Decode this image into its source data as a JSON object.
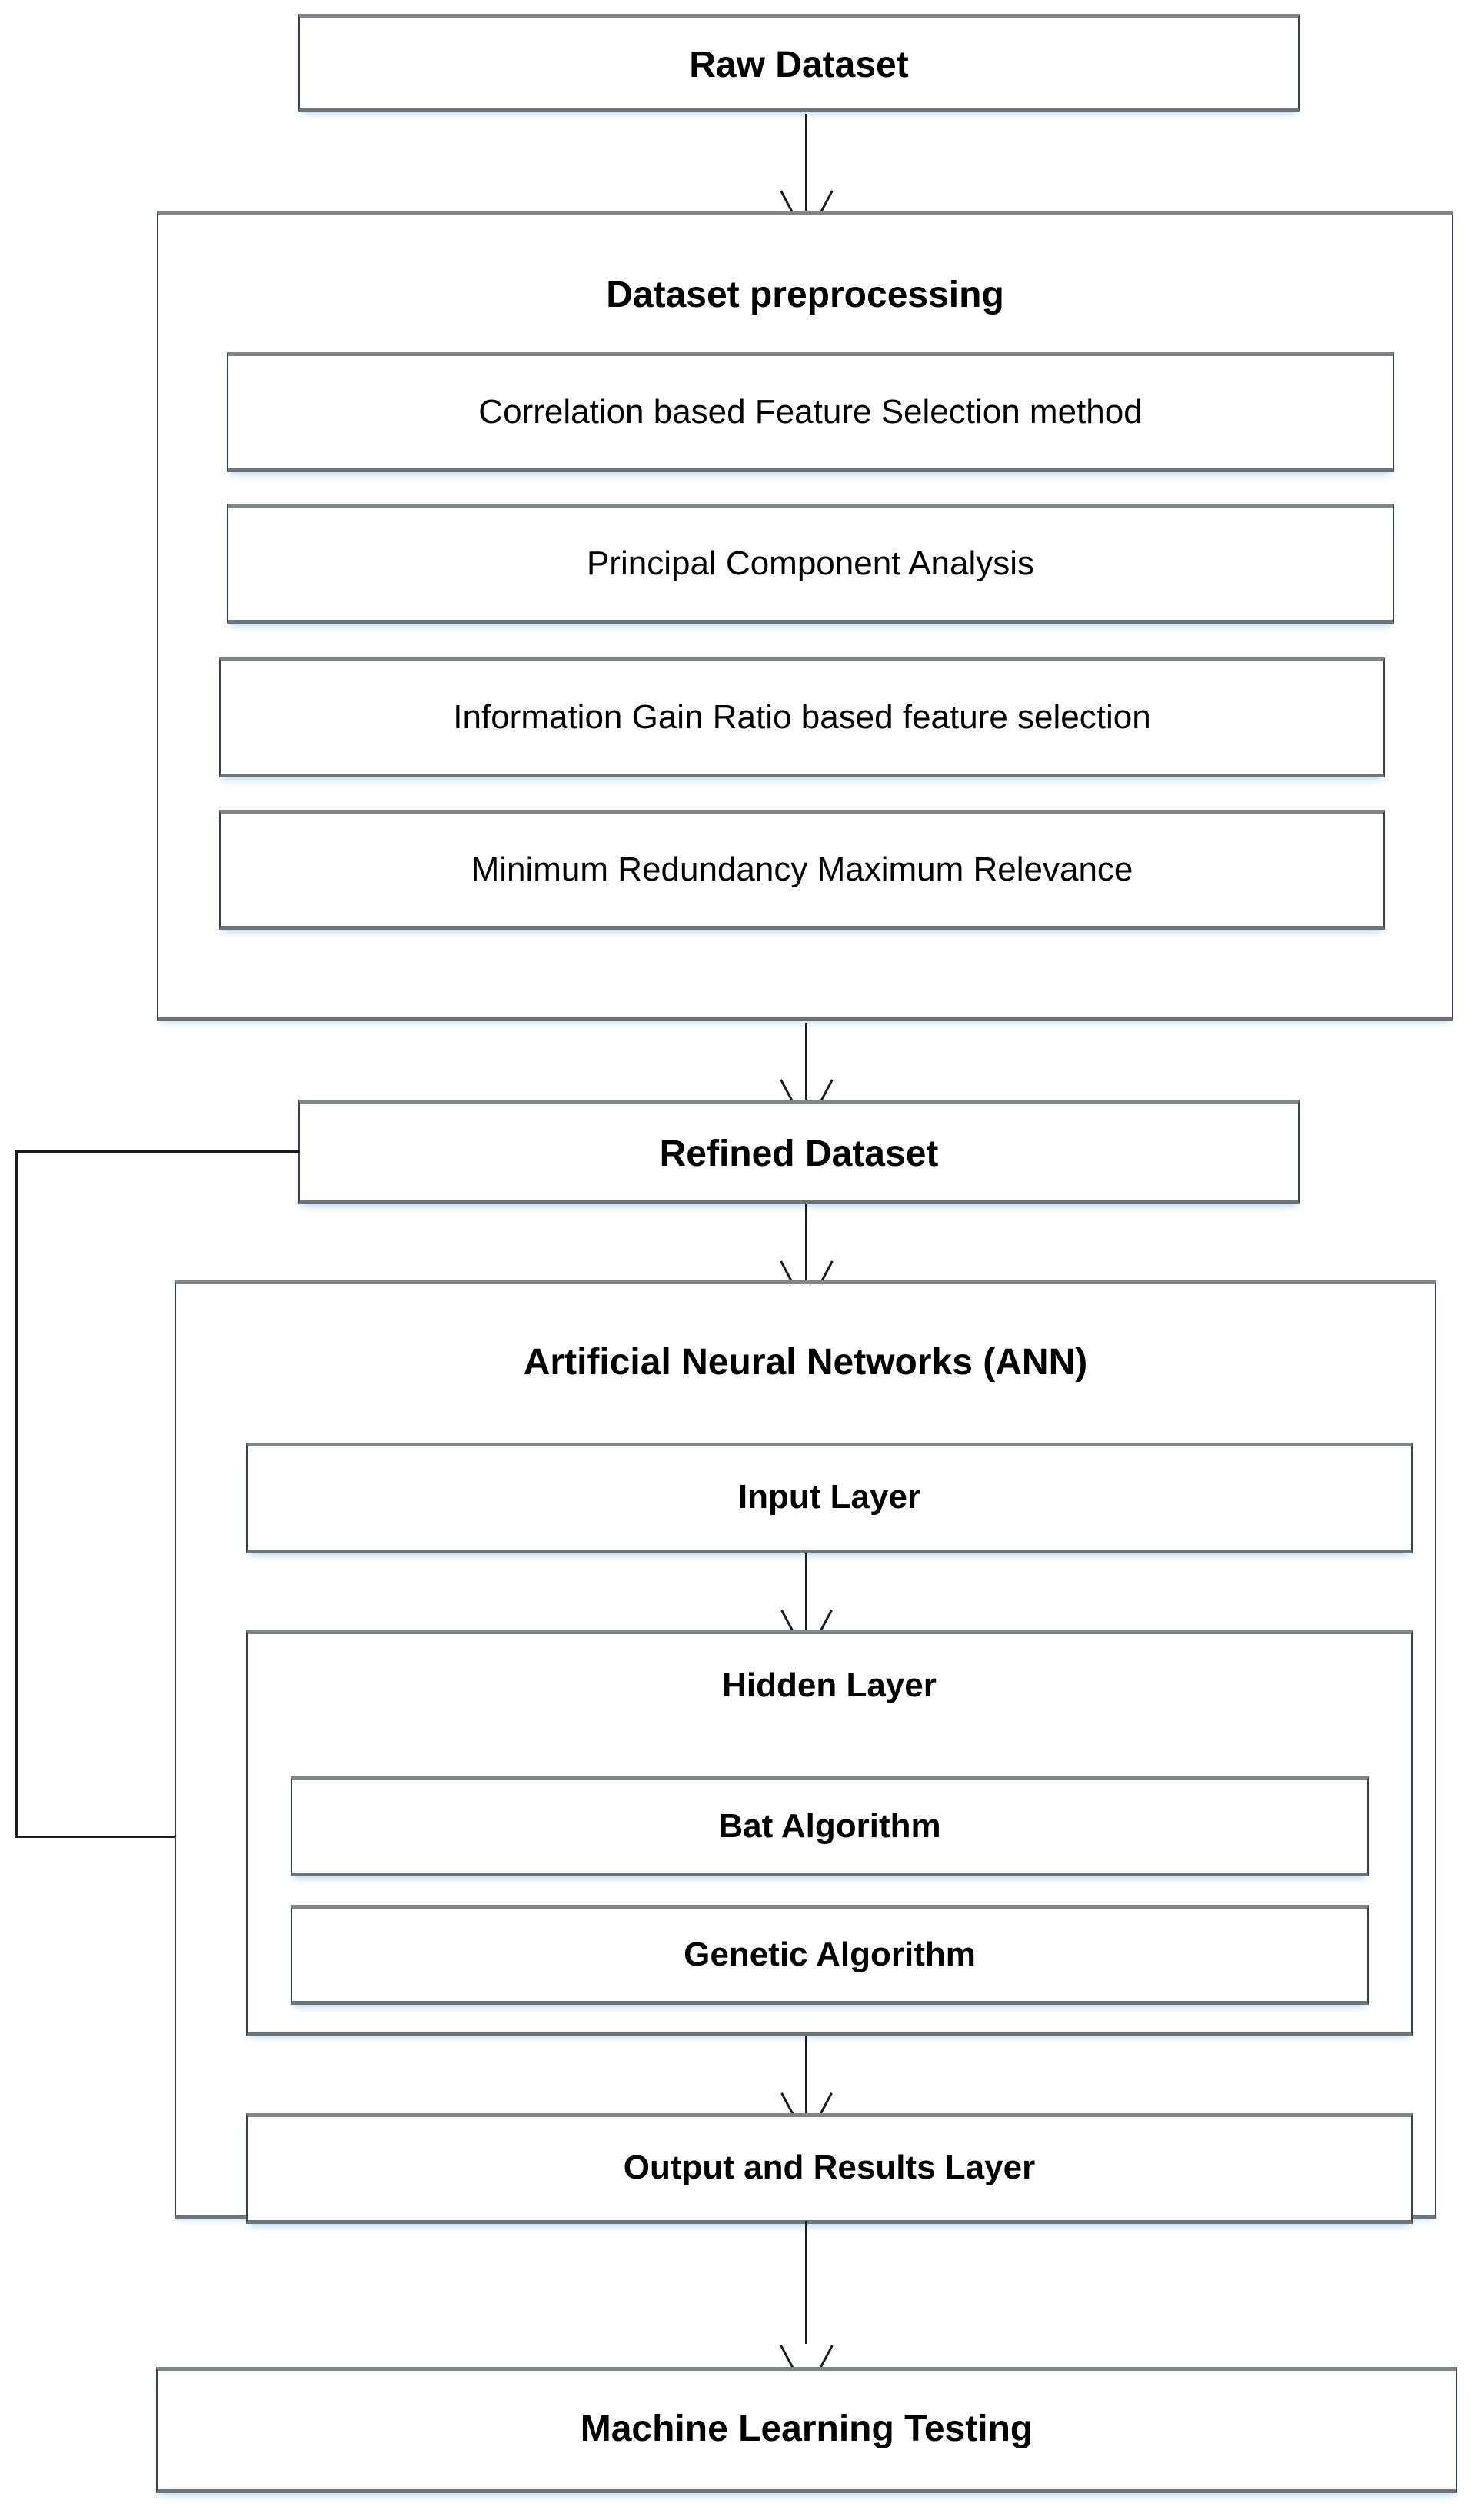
{
  "diagram": {
    "title": "Machine learning pipeline flowchart",
    "colors": {
      "box_border": "#3a3f45",
      "box_edge_grey": "#808589",
      "shadow_blue": "#b0d0eb",
      "connector": "#1b1b1b",
      "background": "#ffffff"
    }
  },
  "nodes": {
    "raw_dataset": {
      "label": "Raw Dataset"
    },
    "preprocessing": {
      "title": "Dataset preprocessing",
      "steps": [
        {
          "label": "Correlation based Feature Selection method"
        },
        {
          "label": "Principal Component Analysis"
        },
        {
          "label": "Information Gain Ratio based feature selection"
        },
        {
          "label": "Minimum Redundancy Maximum Relevance"
        }
      ]
    },
    "refined_dataset": {
      "label": "Refined Dataset"
    },
    "ann": {
      "title": "Artificial Neural Networks (ANN)",
      "input_layer": {
        "label": "Input Layer"
      },
      "hidden_layer": {
        "title": "Hidden Layer",
        "algorithms": [
          {
            "label": "Bat Algorithm"
          },
          {
            "label": "Genetic Algorithm"
          }
        ]
      },
      "output_layer": {
        "label": "Output and Results Layer"
      }
    },
    "ml_testing": {
      "label": "Machine Learning Testing"
    }
  },
  "connectors": [
    {
      "name": "raw-to-preprocessing",
      "from": "raw_dataset",
      "to": "preprocessing",
      "kind": "arrow-down"
    },
    {
      "name": "preprocessing-to-refined",
      "from": "preprocessing",
      "to": "refined_dataset",
      "kind": "arrow-down"
    },
    {
      "name": "refined-to-ann",
      "from": "refined_dataset",
      "to": "ann",
      "kind": "arrow-down"
    },
    {
      "name": "input-to-hidden",
      "from": "input_layer",
      "to": "hidden_layer",
      "kind": "arrow-down"
    },
    {
      "name": "hidden-to-output",
      "from": "hidden_layer",
      "to": "output_layer",
      "kind": "arrow-down"
    },
    {
      "name": "ann-to-testing",
      "from": "ann",
      "to": "ml_testing",
      "kind": "arrow-down"
    },
    {
      "name": "refined-feedback-to-hidden",
      "from": "refined_dataset",
      "to": "hidden_layer",
      "kind": "feedback-loop-left"
    }
  ]
}
